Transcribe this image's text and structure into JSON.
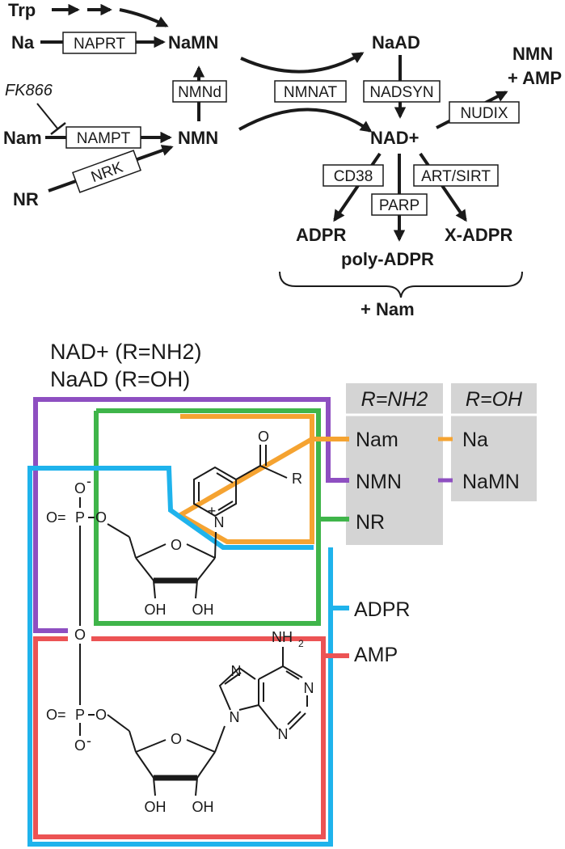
{
  "pathway": {
    "metabolites": {
      "trp": "Trp",
      "na": "Na",
      "namn": "NaMN",
      "naad": "NaAD",
      "nmn_amp_1": "NMN",
      "nmn_amp_2": "+ AMP",
      "nam": "Nam",
      "nmn": "NMN",
      "nad": "NAD+",
      "nr": "NR",
      "adpr": "ADPR",
      "x_adpr": "X-ADPR",
      "poly_adpr": "poly-ADPR",
      "plus_nam": "+ Nam"
    },
    "enzymes": {
      "naprt": "NAPRT",
      "nmnd": "NMNd",
      "nmnat": "NMNAT",
      "nadsyn": "NADSYN",
      "nudix": "NUDIX",
      "nampt": "NAMPT",
      "nrk": "NRK",
      "cd38": "CD38",
      "art_sirt": "ART/SIRT",
      "parp": "PARP"
    },
    "inhibitor": "FK866"
  },
  "structure": {
    "title_line1": "NAD+ (R=NH2)",
    "title_line2": "NaAD (R=OH)",
    "table": {
      "headers": [
        "R=NH2",
        "R=OH"
      ],
      "nh2_labels": [
        "Nam",
        "NMN",
        "NR"
      ],
      "oh_labels": [
        "Na",
        "NaMN"
      ]
    },
    "right_labels": [
      "ADPR",
      "AMP"
    ],
    "atoms": {
      "o": "O",
      "r": "R",
      "n": "N",
      "plus": "+",
      "minus": "-",
      "p": "P",
      "oh": "OH",
      "nh": "NH",
      "sub2": "2",
      "o_eq": "O="
    },
    "colors": {
      "nam": "#f5a331",
      "nmn": "#8e4fc1",
      "nr": "#3fb54a",
      "adpr": "#1fb3ec",
      "amp": "#ec5354",
      "table_bg": "#d4d4d4"
    }
  }
}
